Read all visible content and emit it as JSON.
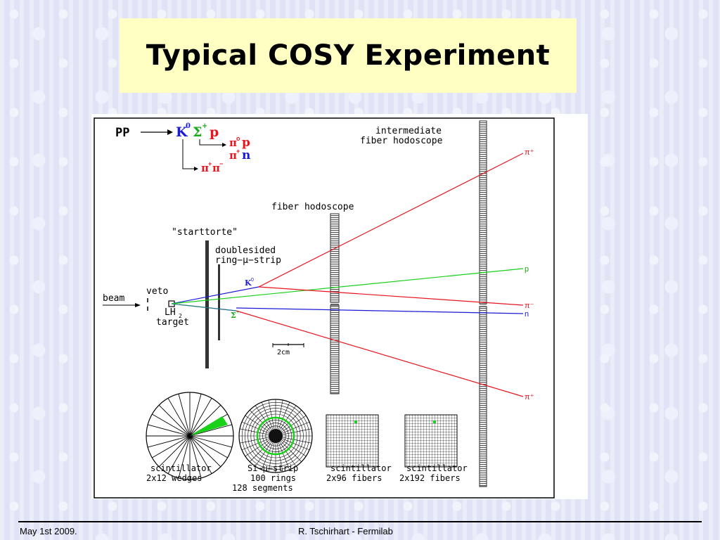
{
  "slide": {
    "title": "Typical COSY Experiment",
    "footer_date": "May 1st 2009.",
    "footer_author": "R. Tschirhart - Fermilab"
  },
  "diagram": {
    "reaction": {
      "pp": "PP",
      "kaon": "K",
      "kaon_sup": "0",
      "sigma": "Σ",
      "sigma_sup": "+",
      "proton": "p",
      "pi0": "π",
      "pi0_sup": "o",
      "p2": "p",
      "piplus": "π",
      "piplus_sup": "+",
      "n": "n",
      "pipi": "π",
      "pipi_sup1": "+",
      "pipi2": "π",
      "pipi_sup2": "−"
    },
    "labels": {
      "intermediate_line1": "intermediate",
      "intermediate_line2": "fiber hodoscope",
      "fiber_hodoscope": "fiber hodoscope",
      "starttorte": "\"starttorte\"",
      "doublesided_line1": "doublesided",
      "doublesided_line2": "ring−μ−strip",
      "beam": "beam",
      "veto": "veto",
      "lh2_line1": "LH",
      "lh2_sub": "2",
      "target": "target",
      "scale": "2cm",
      "kaon_track": "K",
      "kaon_track_sup": "0",
      "sigma_track": "Σ",
      "sigma_track_sup": "+"
    },
    "tracks": {
      "pi_plus_upper": "π⁺",
      "p": "p",
      "pi_minus": "π⁻",
      "n": "n",
      "pi_plus_lower": "π⁺"
    },
    "detectors": [
      {
        "line1": "scintillator",
        "line2": "2x12 wedges"
      },
      {
        "line1": "Si−μ−strip",
        "line2": "100 rings",
        "line3": "128 segments"
      },
      {
        "line1": "scintillator",
        "line2": "2x96 fibers"
      },
      {
        "line1": "scintillator",
        "line2": "2x192 fibers"
      }
    ],
    "colors": {
      "red": "#e8141e",
      "green": "#18d118",
      "blue": "#1a1ad6"
    }
  }
}
